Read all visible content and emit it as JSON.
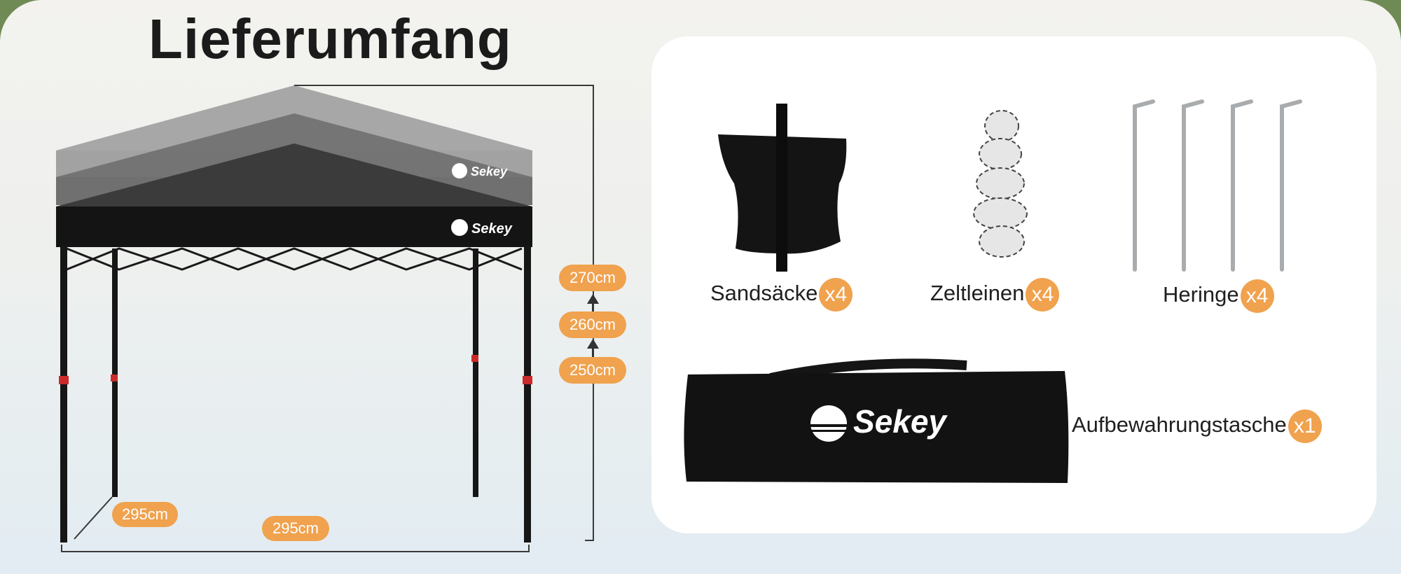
{
  "title": "Lieferumfang",
  "brand": "Sekey",
  "dimensions": {
    "h_high": "270cm",
    "h_mid": "260cm",
    "h_low": "250cm",
    "depth": "295cm",
    "width": "295cm"
  },
  "items": [
    {
      "label": "Sandsäcke",
      "qty": "x4",
      "icon": "sandbag-icon"
    },
    {
      "label": "Zeltleinen",
      "qty": "x4",
      "icon": "rope-icon"
    },
    {
      "label": "Heringe",
      "qty": "x4",
      "icon": "tent-peg-icon"
    },
    {
      "label": "Aufbewahrungstasche",
      "qty": "x1",
      "icon": "storage-bag-icon"
    }
  ],
  "colors": {
    "accent": "#f0a24e",
    "canopy": "#1a1a1a"
  }
}
